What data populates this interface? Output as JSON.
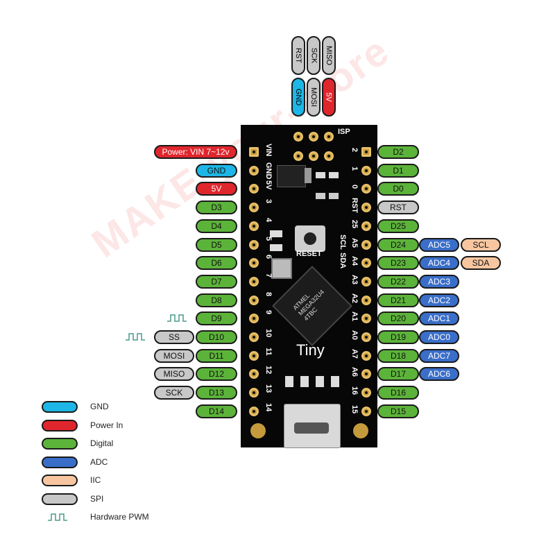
{
  "watermark": "MAKE-your-store",
  "board_label": "Tiny",
  "reset_label": "RESET",
  "isp_label": "ISP",
  "chip_text": [
    "ATMEL",
    "MEGA32U4",
    "4TBC"
  ],
  "isp_pins": {
    "top": [
      "RST",
      "SCK",
      "MISO"
    ],
    "bottom": [
      "GND",
      "MOSI",
      "5V"
    ]
  },
  "power_label": "Power: VIN 7~12v",
  "left_pins": [
    {
      "silk": "VIN",
      "label": "",
      "type": "pwr"
    },
    {
      "silk": "GND",
      "label": "GND",
      "type": "gnd"
    },
    {
      "silk": "5V",
      "label": "5V",
      "type": "pwr"
    },
    {
      "silk": "3",
      "label": "D3",
      "type": "dig"
    },
    {
      "silk": "4",
      "label": "D4",
      "type": "dig"
    },
    {
      "silk": "5",
      "label": "D5",
      "type": "dig"
    },
    {
      "silk": "6",
      "label": "D6",
      "type": "dig"
    },
    {
      "silk": "7",
      "label": "D7",
      "type": "dig"
    },
    {
      "silk": "8",
      "label": "D8",
      "type": "dig"
    },
    {
      "silk": "9",
      "label": "D9",
      "type": "dig",
      "pwm": true
    },
    {
      "silk": "10",
      "label": "D10",
      "type": "dig",
      "spi": "SS",
      "pwm": true
    },
    {
      "silk": "11",
      "label": "D11",
      "type": "dig",
      "spi": "MOSI"
    },
    {
      "silk": "12",
      "label": "D12",
      "type": "dig",
      "spi": "MISO"
    },
    {
      "silk": "13",
      "label": "D13",
      "type": "dig",
      "spi": "SCK"
    },
    {
      "silk": "14",
      "label": "D14",
      "type": "dig"
    }
  ],
  "right_pins": [
    {
      "silk": "2",
      "label": "D2",
      "type": "dig"
    },
    {
      "silk": "1",
      "label": "D1",
      "type": "dig"
    },
    {
      "silk": "0",
      "label": "D0",
      "type": "dig"
    },
    {
      "silk": "RST",
      "label": "RST",
      "type": "spi"
    },
    {
      "silk": "25",
      "label": "D25",
      "type": "dig"
    },
    {
      "silk": "A5",
      "label": "D24",
      "type": "dig",
      "adc": "ADC5",
      "iic": "SCL"
    },
    {
      "silk": "A4",
      "label": "D23",
      "type": "dig",
      "adc": "ADC4",
      "iic": "SDA"
    },
    {
      "silk": "A3",
      "label": "D22",
      "type": "dig",
      "adc": "ADC3"
    },
    {
      "silk": "A2",
      "label": "D21",
      "type": "dig",
      "adc": "ADC2"
    },
    {
      "silk": "A1",
      "label": "D20",
      "type": "dig",
      "adc": "ADC1"
    },
    {
      "silk": "A0",
      "label": "D19",
      "type": "dig",
      "adc": "ADC0"
    },
    {
      "silk": "A7",
      "label": "D18",
      "type": "dig",
      "adc": "ADC7"
    },
    {
      "silk": "A6",
      "label": "D17",
      "type": "dig",
      "adc": "ADC6"
    },
    {
      "silk": "16",
      "label": "D16",
      "type": "dig"
    },
    {
      "silk": "15",
      "label": "D15",
      "type": "dig"
    }
  ],
  "right_silk_extra": {
    "scl": "SCL",
    "sda": "SDA"
  },
  "legend": [
    {
      "label": "GND",
      "color": "#1db6e6"
    },
    {
      "label": "Power In",
      "color": "#e0262d"
    },
    {
      "label": "Digital",
      "color": "#5cb33a"
    },
    {
      "label": "ADC",
      "color": "#3a6ec9"
    },
    {
      "label": "IIC",
      "color": "#f7c6a0"
    },
    {
      "label": "SPI",
      "color": "#c8c8c8"
    },
    {
      "label": "Hardware PWM",
      "icon": "pwm-wave-icon"
    }
  ]
}
